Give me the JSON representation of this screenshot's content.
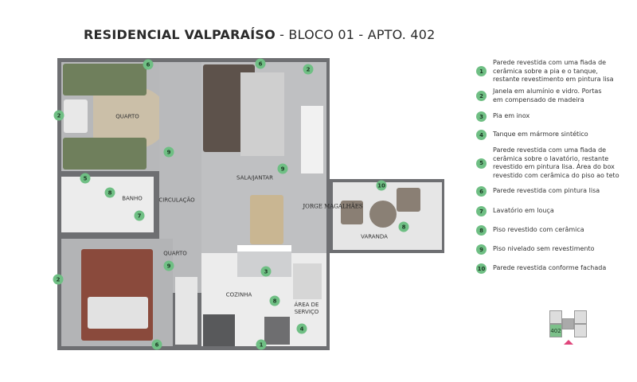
{
  "header": {
    "title_bold": "RESIDENCIAL VALPARAÍSO",
    "title_rest": " - BLOCO 01 - APTO. 402"
  },
  "plan": {
    "rooms": {
      "quarto_1": "QUARTO",
      "sala": "SALA/JANTAR",
      "banho": "BANHO",
      "circulacao": "CIRCULAÇÃO",
      "quarto_2": "QUARTO",
      "cozinha": "COZINHA",
      "area_servico": "ÁREA DE\nSERVIÇO",
      "varanda": "VARANDA"
    },
    "watermark": "JORGE MAGALHÃES",
    "badges": [
      "6",
      "6",
      "6",
      "2",
      "2",
      "2",
      "9",
      "9",
      "9",
      "5",
      "8",
      "8",
      "8",
      "7",
      "3",
      "4",
      "1",
      "10"
    ]
  },
  "legend": [
    {
      "num": "1",
      "text": "Parede revestida com uma fiada de cerâmica sobre a pia e o tanque, restante revestimento em pintura lisa"
    },
    {
      "num": "2",
      "text": "Janela em alumínio e vidro. Portas em compensado de madeira"
    },
    {
      "num": "3",
      "text": "Pia em inox"
    },
    {
      "num": "4",
      "text": "Tanque em mármore sintético"
    },
    {
      "num": "5",
      "text": "Parede revestida com uma fiada de cerâmica sobre o lavatório, restante revestido em pintura lisa. Área do box revestido com cerâmica do piso ao teto"
    },
    {
      "num": "6",
      "text": "Parede revestida com pintura lisa"
    },
    {
      "num": "7",
      "text": "Lavatório em louça"
    },
    {
      "num": "8",
      "text": "Piso revestido com cerâmica"
    },
    {
      "num": "9",
      "text": "Piso nivelado sem revestimento"
    },
    {
      "num": "10",
      "text": "Parede revestida conforme fachada"
    }
  ],
  "key_plan": {
    "unit": "402",
    "highlight_color": "#7cc08a",
    "marker_color": "#e0457b"
  },
  "colors": {
    "badge": "#6fbf84"
  }
}
